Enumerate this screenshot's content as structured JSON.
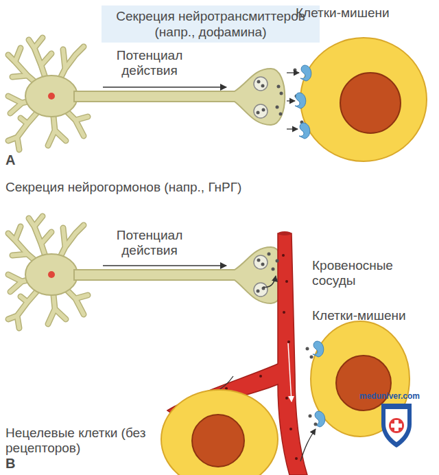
{
  "diagram": {
    "nodes": [
      {
        "text": [
          "Секреция нейротрансмиттеров (напр., дофамина)"
        ]
      }
    ],
    "labels": [
      "Потенциал действия",
      "Клетки-мишени",
      "A",
      "Секреция нейрогормонов (напр., ГнРГ)",
      "Потенциал действия",
      "Кровеносные сосуды",
      "Клетки-мишени",
      "Нецелевые клетки (без рецепторов)",
      "B",
      "meduniver.com"
    ]
  }
}
